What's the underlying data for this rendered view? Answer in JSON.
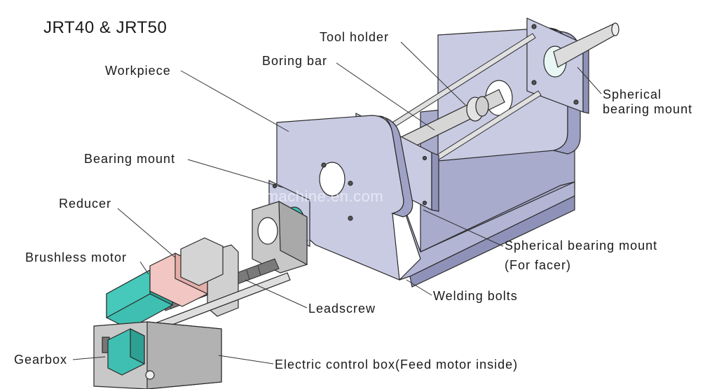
{
  "title": "JRT40 & JRT50",
  "watermark": "thlmachine.en.com",
  "labels": {
    "tool_holder": "Tool holder",
    "boring_bar": "Boring bar",
    "workpiece": "Workpiece",
    "spherical_bearing_mount_line1": "Spherical",
    "spherical_bearing_mount_line2": "bearing mount",
    "bearing_mount": "Bearing mount",
    "reducer": "Reducer",
    "brushless_motor": "Brushless motor",
    "spherical_bearing_mount_facer_line1": "Spherical bearing mount",
    "spherical_bearing_mount_facer_line2": "(For facer)",
    "welding_bolts": "Welding bolts",
    "leadscrew": "Leadscrew",
    "gearbox": "Gearbox",
    "electric_control_box": "Electric control box(Feed motor inside)"
  },
  "colors": {
    "plate": "#c9cbe3",
    "plate_dark": "#9fa2c6",
    "bore": "#ffffff",
    "rod": "#d6d6d6",
    "motor": "#3fbfb1",
    "reducer": "#f2c6c2",
    "block": "#c8c8c8",
    "outline": "#2a2a2a",
    "leader": "#333333"
  }
}
